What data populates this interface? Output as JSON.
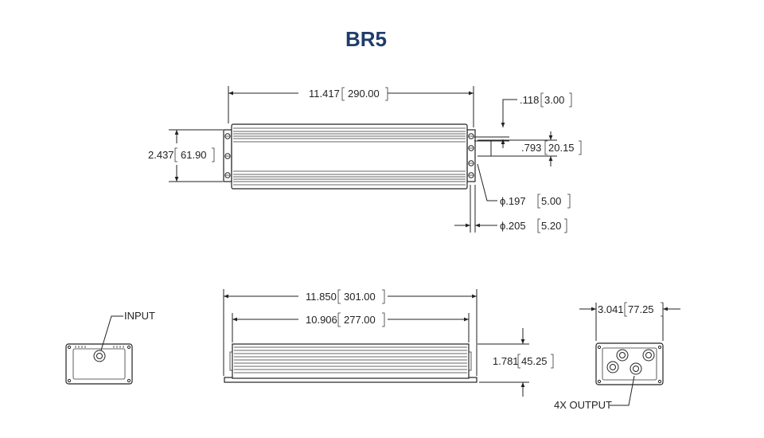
{
  "title": "BR5",
  "top_view": {
    "length": "11.417",
    "length_mm": "290.00",
    "height": "2.437",
    "height_mm": "61.90",
    "flange": ".118",
    "flange_mm": "3.00",
    "hole_spacing": ".793",
    "hole_spacing_mm": "20.15",
    "hole_dia": "ϕ.197",
    "hole_dia_mm": "5.00",
    "slot_dia": "ϕ.205",
    "slot_dia_mm": "5.20"
  },
  "side_view": {
    "overall": "11.850",
    "overall_mm": "301.00",
    "body": "10.906",
    "body_mm": "277.00",
    "height": "1.781",
    "height_mm": "45.25"
  },
  "left_end": {
    "label": "INPUT"
  },
  "right_end": {
    "width": "3.041",
    "width_mm": "77.25",
    "label": "4X OUTPUT"
  }
}
